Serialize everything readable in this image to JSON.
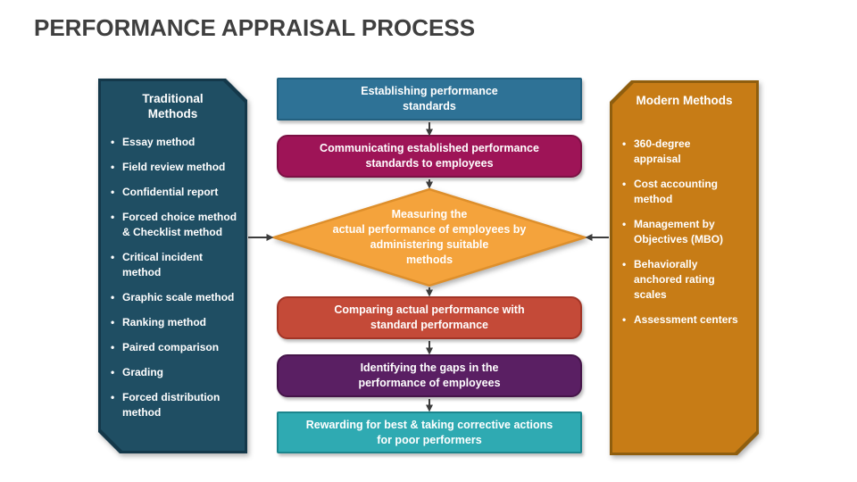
{
  "page": {
    "title": "PERFORMANCE APPRAISAL PROCESS"
  },
  "bullet_char": "•",
  "left_panel": {
    "title": "Traditional\nMethods",
    "items": [
      "Essay method",
      "Field review method",
      "Confidential report",
      "Forced choice method\n& Checklist method",
      "Critical incident\nmethod",
      "Graphic scale method",
      "Ranking method",
      "Paired comparison",
      "Grading",
      "Forced distribution\nmethod"
    ]
  },
  "right_panel": {
    "title": "Modern Methods",
    "items": [
      "360-degree\nappraisal",
      "Cost accounting\nmethod",
      "Management by\nObjectives (MBO)",
      "Behaviorally\nanchored rating\nscales",
      "Assessment centers"
    ]
  },
  "flow": {
    "steps": [
      {
        "id": "establish",
        "shape": "rect",
        "label": "Establishing performance\nstandards"
      },
      {
        "id": "communicate",
        "shape": "rounded",
        "label": "Communicating established performance\nstandards to employees"
      },
      {
        "id": "measure",
        "shape": "diamond",
        "label": "Measuring the\nactual performance of employees by\nadministering suitable\nmethods"
      },
      {
        "id": "compare",
        "shape": "rounded",
        "label": "Comparing actual performance with\nstandard performance"
      },
      {
        "id": "identify",
        "shape": "rounded",
        "label": "Identifying the gaps in the\nperformance of employees"
      },
      {
        "id": "reward",
        "shape": "rect",
        "label": "Rewarding for best & taking corrective actions\nfor poor performers"
      }
    ]
  },
  "colors": {
    "title_text": "#3F3F3F",
    "panel_left_fill": "#1F4E63",
    "panel_left_border": "#14384A",
    "panel_right_fill": "#C77C16",
    "panel_right_border": "#8F5E0E",
    "step_establish_fill": "#2E7296",
    "step_communicate_fill": "#9E1457",
    "step_measure_fill": "#F4A33C",
    "step_measure_border": "#DE8F2B",
    "step_compare_fill": "#C44A38",
    "step_identify_fill": "#5A1F63",
    "step_reward_fill": "#2FAAB2",
    "arrow": "#3C3C3C",
    "text_on_shapes": "#FFFFFF"
  }
}
